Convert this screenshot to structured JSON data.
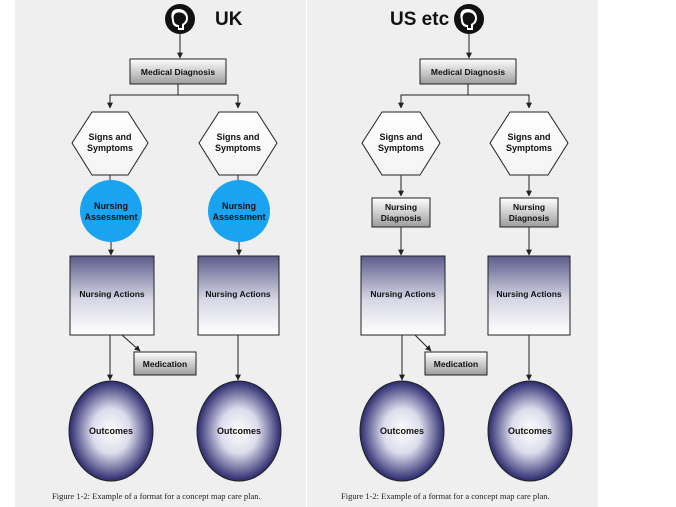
{
  "colors": {
    "panel_bg": "#efefef",
    "assessment_fill": "#1aa3f0",
    "outcome_dark": "#2a2a6e",
    "box_gradient_top": "#ffffff",
    "box_gradient_bottom": "#9a9a9a",
    "actions_gradient_top": "#5a5a8a",
    "actions_gradient_bottom": "#ffffff"
  },
  "uk": {
    "title": "UK",
    "icon": "head-profile-icon",
    "medical_diagnosis": "Medical Diagnosis",
    "branch_left": {
      "signs": [
        "Signs and",
        "Symptoms"
      ],
      "assessment": [
        "Nursing",
        "Assessment"
      ],
      "actions": "Nursing Actions",
      "outcomes": "Outcomes"
    },
    "branch_right": {
      "signs": [
        "Signs and",
        "Symptoms"
      ],
      "assessment": [
        "Nursing",
        "Assessment"
      ],
      "actions": "Nursing Actions",
      "outcomes": "Outcomes"
    },
    "medication": "Medication",
    "caption": "Figure 1-2:  Example of a format for a concept map care plan."
  },
  "us": {
    "title": "US etc",
    "icon": "head-profile-icon",
    "medical_diagnosis": "Medical Diagnosis",
    "branch_left": {
      "signs": [
        "Signs and",
        "Symptoms"
      ],
      "diagnosis": [
        "Nursing",
        "Diagnosis"
      ],
      "actions": "Nursing Actions",
      "outcomes": "Outcomes"
    },
    "branch_right": {
      "signs": [
        "Signs and",
        "Symptoms"
      ],
      "diagnosis": [
        "Nursing",
        "Diagnosis"
      ],
      "actions": "Nursing Actions",
      "outcomes": "Outcomes"
    },
    "medication": "Medication",
    "caption": "Figure 1-2:  Example of a format for a concept map care plan."
  }
}
